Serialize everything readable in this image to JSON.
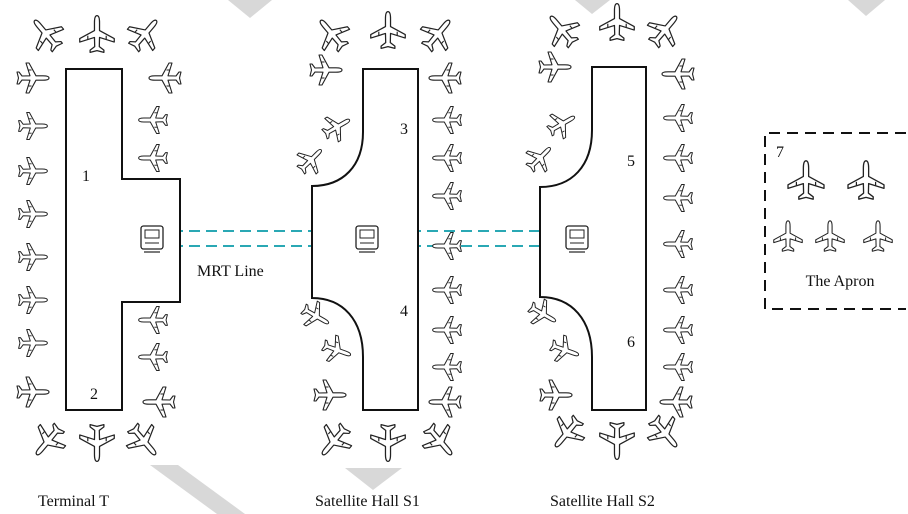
{
  "labels": {
    "terminal": "Terminal T",
    "s1": "Satellite Hall S1",
    "s2": "Satellite Hall S2",
    "mrt": "MRT Line",
    "apron": "The Apron"
  },
  "zones": [
    "1",
    "2",
    "3",
    "4",
    "5",
    "6",
    "7"
  ],
  "colors": {
    "mrt_line": "#2aa8b4",
    "outline": "#111111",
    "plane": "#222222",
    "deco": "#d8d8d8"
  },
  "icons": {
    "plane": "airplane-icon",
    "station": "mrt-station-icon"
  }
}
